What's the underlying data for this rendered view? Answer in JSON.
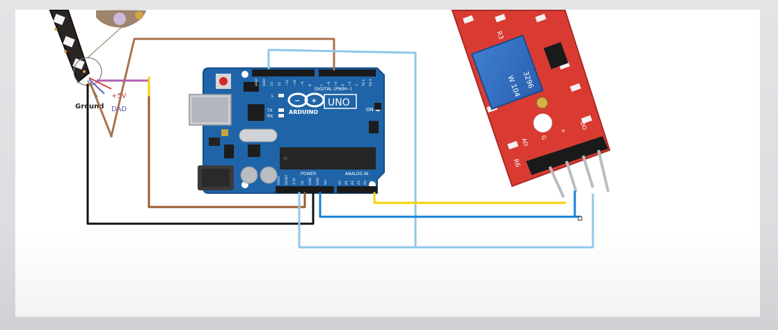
{
  "board": {
    "brand": "ARDUINO",
    "model": "UNO",
    "digital_header_label": "DIGITAL (PWM~)",
    "power_label": "POWER",
    "analog_label": "ANALOG IN",
    "tx_label": "TX",
    "rx_label": "RX",
    "l_label": "L",
    "on_label": "ON",
    "power_pins": [
      "IOREF",
      "RESET",
      "3.3V",
      "5V",
      "GND",
      "GND",
      "Vin"
    ],
    "analog_pins": [
      "A0",
      "A1",
      "A2",
      "A3",
      "A4",
      "A5"
    ],
    "top_pins": [
      "AREF",
      "GND",
      "13",
      "12",
      "~11",
      "~10",
      "~9",
      "8",
      "7",
      "~6",
      "~5",
      "4",
      "~3",
      "2",
      "TX 1",
      "RX 0"
    ]
  },
  "led_strip": {
    "ground_label": "Ground",
    "v5_label": "+5V",
    "data_label": "DAD"
  },
  "sensor": {
    "pot_marking_1": "W 104",
    "pot_marking_2": "3296",
    "resistor_labels": [
      "R3",
      "R6"
    ],
    "pin_labels": [
      "AO",
      "G",
      "+",
      "DO"
    ]
  },
  "colors": {
    "board_blue": "#1f64a8",
    "sensor_red": "#d93b33",
    "wire_brown": "#9b5a2c",
    "wire_black": "#111111",
    "wire_light_blue": "#8fc8ea",
    "wire_blue": "#1380d8",
    "wire_yellow": "#f7d000",
    "wire_purple": "#b060b0"
  }
}
